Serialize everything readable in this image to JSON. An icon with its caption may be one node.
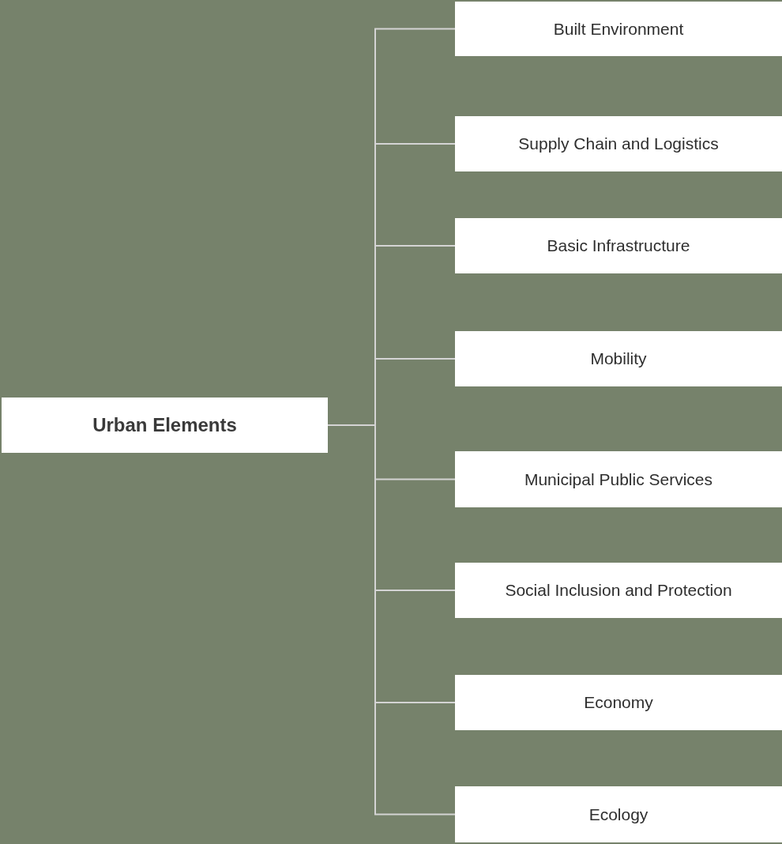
{
  "diagram": {
    "nodes": [
      {
        "text": [
          "Urban Elements"
        ]
      },
      {
        "text": [
          "Built Environment"
        ]
      },
      {
        "text": [
          "Supply Chain and Logistics"
        ]
      },
      {
        "text": [
          "Basic Infrastructure"
        ]
      },
      {
        "text": [
          "Mobility"
        ]
      },
      {
        "text": [
          "Municipal Public Services"
        ]
      },
      {
        "text": [
          "Social Inclusion and Protection"
        ]
      },
      {
        "text": [
          "Economy"
        ]
      },
      {
        "text": [
          "Ecology"
        ]
      }
    ],
    "edges": [
      {
        "from": 0,
        "to": 1,
        "arrow": "none"
      },
      {
        "from": 0,
        "to": 2,
        "arrow": "none"
      },
      {
        "from": 0,
        "to": 3,
        "arrow": "none"
      },
      {
        "from": 0,
        "to": 4,
        "arrow": "none"
      },
      {
        "from": 0,
        "to": 5,
        "arrow": "none"
      },
      {
        "from": 0,
        "to": 6,
        "arrow": "none"
      },
      {
        "from": 0,
        "to": 7,
        "arrow": "none"
      },
      {
        "from": 0,
        "to": 8,
        "arrow": "none"
      }
    ]
  }
}
